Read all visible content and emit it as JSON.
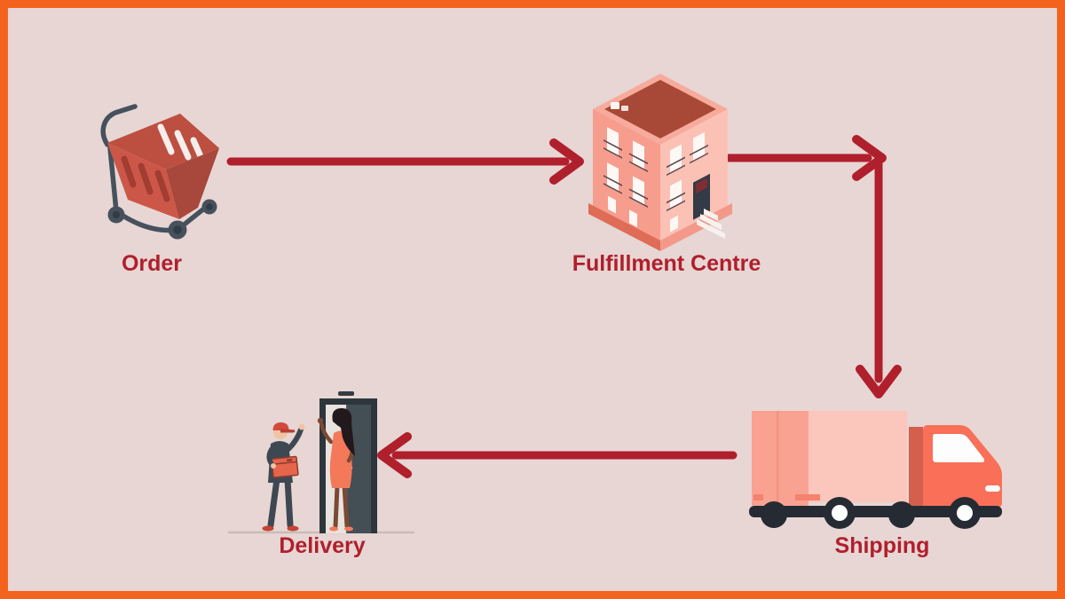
{
  "diagram": {
    "nodes": [
      {
        "id": "order",
        "label": "Order",
        "icon": "shopping-cart-icon"
      },
      {
        "id": "fulfillment-centre",
        "label": "Fulfillment Centre",
        "icon": "apartment-building-icon"
      },
      {
        "id": "shipping",
        "label": "Shipping",
        "icon": "delivery-truck-icon"
      },
      {
        "id": "delivery",
        "label": "Delivery",
        "icon": "courier-at-door-icon"
      }
    ],
    "flow": [
      {
        "from": "Order",
        "to": "Fulfillment Centre"
      },
      {
        "from": "Fulfillment Centre",
        "to": "Shipping"
      },
      {
        "from": "Shipping",
        "to": "Delivery"
      }
    ],
    "colors": {
      "canvas_background": "#e7d6d4",
      "frame_border": "#f4631d",
      "arrow": "#b01f2c",
      "label_text": "#b01f2c",
      "illustration_coral": "#f96f58",
      "illustration_pink": "#fbc4ba",
      "illustration_dark_red": "#a84836",
      "illustration_dark_slate": "#3e4852"
    }
  }
}
